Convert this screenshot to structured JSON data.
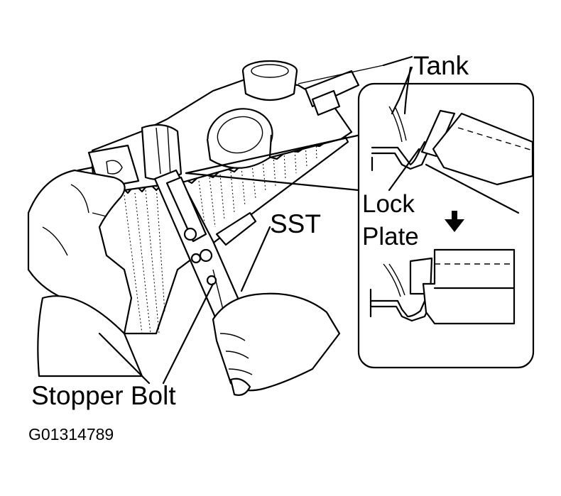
{
  "labels": {
    "tank": "Tank",
    "lock": "Lock",
    "plate": "Plate",
    "sst": "SST",
    "stopper_bolt": "Stopper Bolt",
    "figure_code": "G01314789"
  },
  "colors": {
    "ink": "#000000",
    "paper": "#ffffff"
  }
}
